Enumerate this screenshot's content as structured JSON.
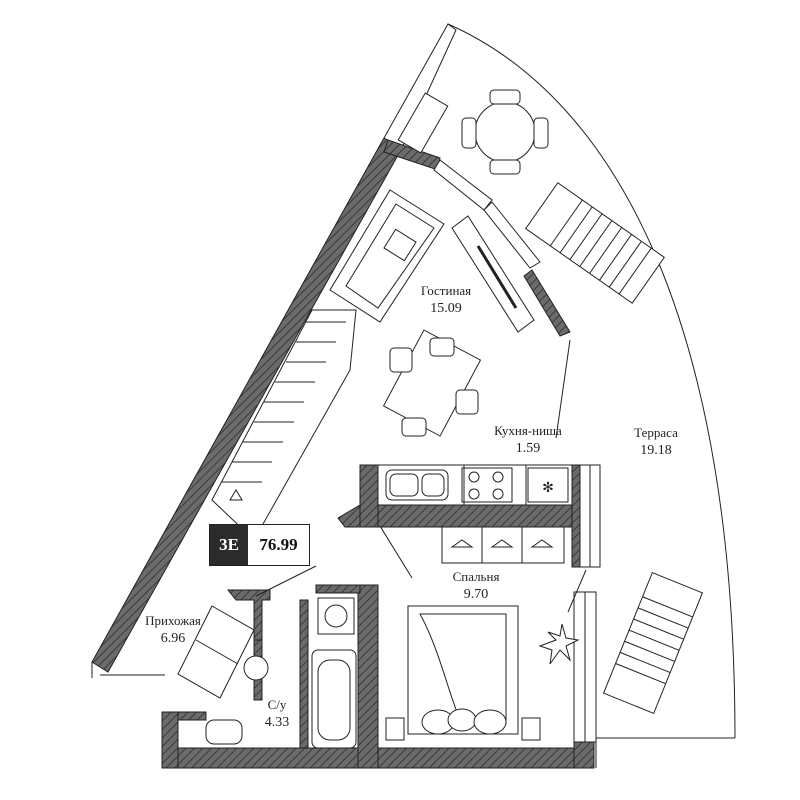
{
  "apartment": {
    "type_code": "3Е",
    "total_area": "76.99"
  },
  "rooms": [
    {
      "name": "Гостиная",
      "area": "15.09"
    },
    {
      "name": "Кухня-ниша",
      "area": "1.59"
    },
    {
      "name": "Терраса",
      "area": "19.18"
    },
    {
      "name": "Спальня",
      "area": "9.70"
    },
    {
      "name": "Прихожая",
      "area": "6.96"
    },
    {
      "name": "С/у",
      "area": "4.33"
    }
  ],
  "colors": {
    "wall": "#5a5a5a",
    "line": "#222222",
    "badge_dark": "#2b2b2b"
  }
}
